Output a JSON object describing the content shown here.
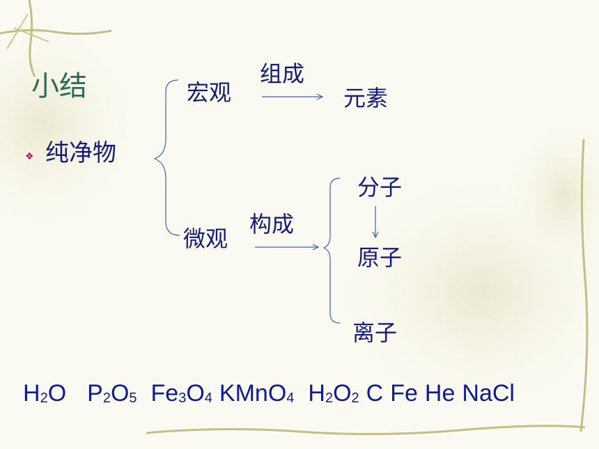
{
  "slide": {
    "title": "小结",
    "bullet_icon": "diamond-bullet-icon",
    "subject": "纯净物"
  },
  "macro": {
    "label": "宏观",
    "relation": "组成",
    "target": "元素"
  },
  "micro": {
    "label": "微观",
    "relation": "构成",
    "targets": [
      "分子",
      "原子",
      "离子"
    ]
  },
  "formulas": [
    {
      "parts": [
        [
          "H",
          "2"
        ],
        [
          "O",
          ""
        ]
      ]
    },
    {
      "parts": [
        [
          "P",
          "2"
        ],
        [
          "O",
          "5"
        ]
      ]
    },
    {
      "parts": [
        [
          "Fe",
          "3"
        ],
        [
          "O",
          "4"
        ]
      ]
    },
    {
      "parts": [
        [
          "KMnO",
          "4"
        ]
      ]
    },
    {
      "parts": [
        [
          "H",
          "2"
        ],
        [
          "O",
          "2"
        ]
      ]
    },
    {
      "parts": [
        [
          "C",
          ""
        ]
      ]
    },
    {
      "parts": [
        [
          "Fe",
          ""
        ]
      ]
    },
    {
      "parts": [
        [
          "He",
          ""
        ]
      ]
    },
    {
      "parts": [
        [
          "NaCl",
          ""
        ]
      ]
    }
  ],
  "colors": {
    "title": "#2e6b57",
    "text": "#141b7a",
    "bullet": "#b0125a",
    "formula": "#0a1a9a"
  }
}
